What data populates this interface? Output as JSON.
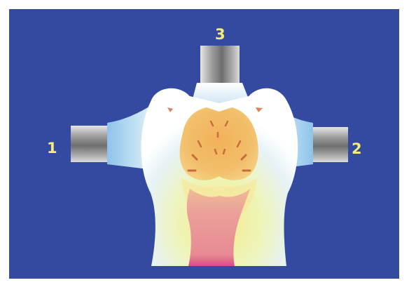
{
  "labels": {
    "port_1": "1",
    "port_2": "2",
    "port_3": "3"
  },
  "colors": {
    "background": "#334aa0",
    "label": "#f5ec7a"
  }
}
